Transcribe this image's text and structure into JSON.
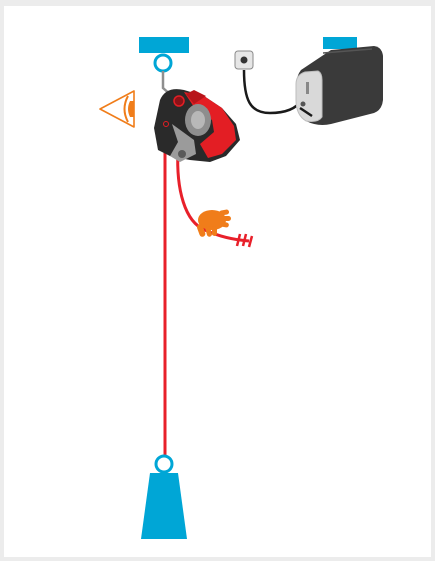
{
  "diagram": {
    "colors": {
      "anchor": "#00a6d6",
      "rope": "#e8202a",
      "indicator": "#f07d1a",
      "device_body": "#2a2a2a",
      "device_accent": "#e31e24",
      "housing": "#3a3a3a",
      "cable": "#1a1a1a",
      "page_background": "#ececec"
    },
    "icons": [
      "eye-icon",
      "hand-icon",
      "power-socket-icon"
    ],
    "components": [
      "top-anchor",
      "right-anchor",
      "belay-device",
      "power-unit",
      "rope-to-load",
      "brake-rope-end",
      "load-weight"
    ]
  }
}
